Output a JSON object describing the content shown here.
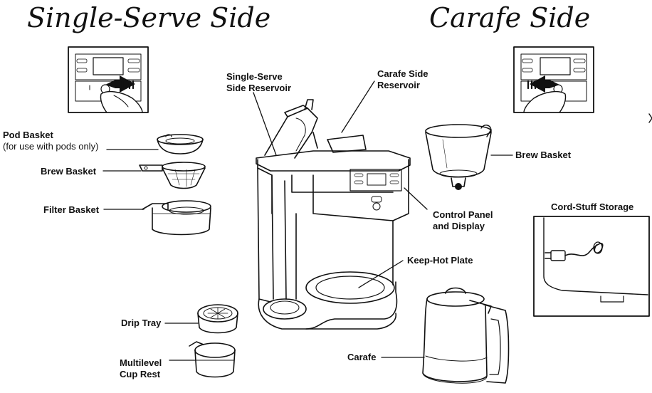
{
  "headings": {
    "single_serve": "Single-Serve Side",
    "carafe": "Carafe Side"
  },
  "labels": {
    "pod_basket": "Pod Basket",
    "pod_basket_note": "(for use with pods only)",
    "brew_basket_left": "Brew Basket",
    "filter_basket": "Filter Basket",
    "single_serve_reservoir_1": "Single-Serve",
    "single_serve_reservoir_2": "Side Reservoir",
    "carafe_reservoir_1": "Carafe Side",
    "carafe_reservoir_2": "Reservoir",
    "brew_basket_right": "Brew Basket",
    "control_panel_1": "Control Panel",
    "control_panel_2": "and Display",
    "keep_hot_plate": "Keep-Hot Plate",
    "cord_storage": "Cord-Stuff Storage",
    "drip_tray": "Drip Tray",
    "cup_rest_1": "Multilevel",
    "cup_rest_2": "Cup Rest",
    "carafe": "Carafe"
  }
}
